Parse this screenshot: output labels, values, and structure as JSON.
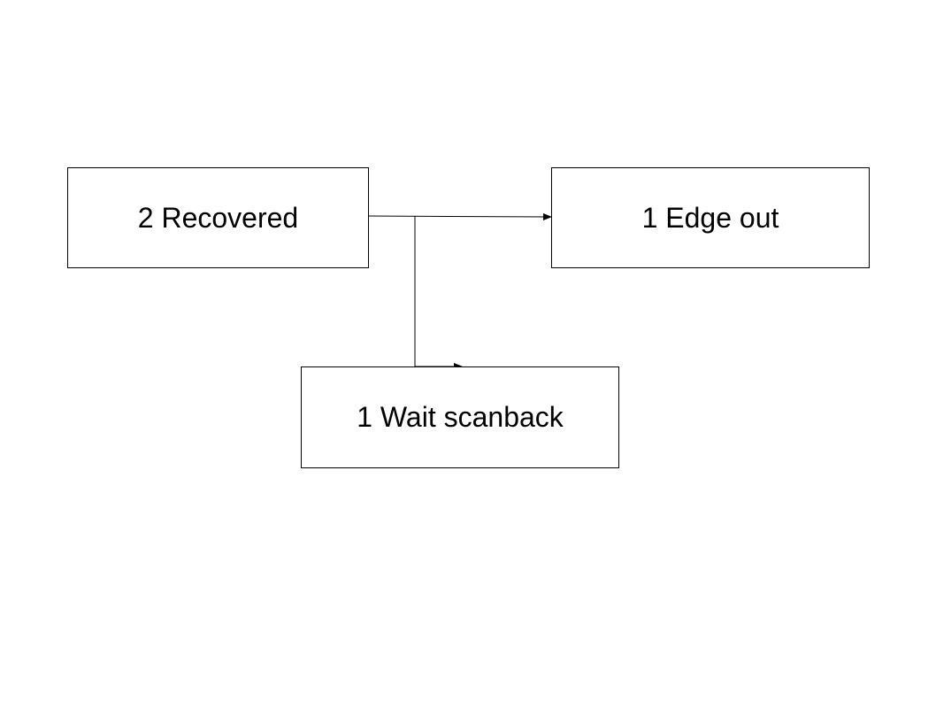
{
  "diagram": {
    "nodes": [
      {
        "id": "recovered",
        "label": "2 Recovered"
      },
      {
        "id": "edge_out",
        "label": "1 Edge out"
      },
      {
        "id": "wait_scanback",
        "label": "1 Wait scanback"
      }
    ],
    "edges": [
      {
        "from": "recovered",
        "to": "edge_out"
      },
      {
        "from": "recovered",
        "to": "wait_scanback"
      }
    ],
    "colors": {
      "stroke": "#000000",
      "background": "#ffffff",
      "text": "#000000"
    }
  }
}
